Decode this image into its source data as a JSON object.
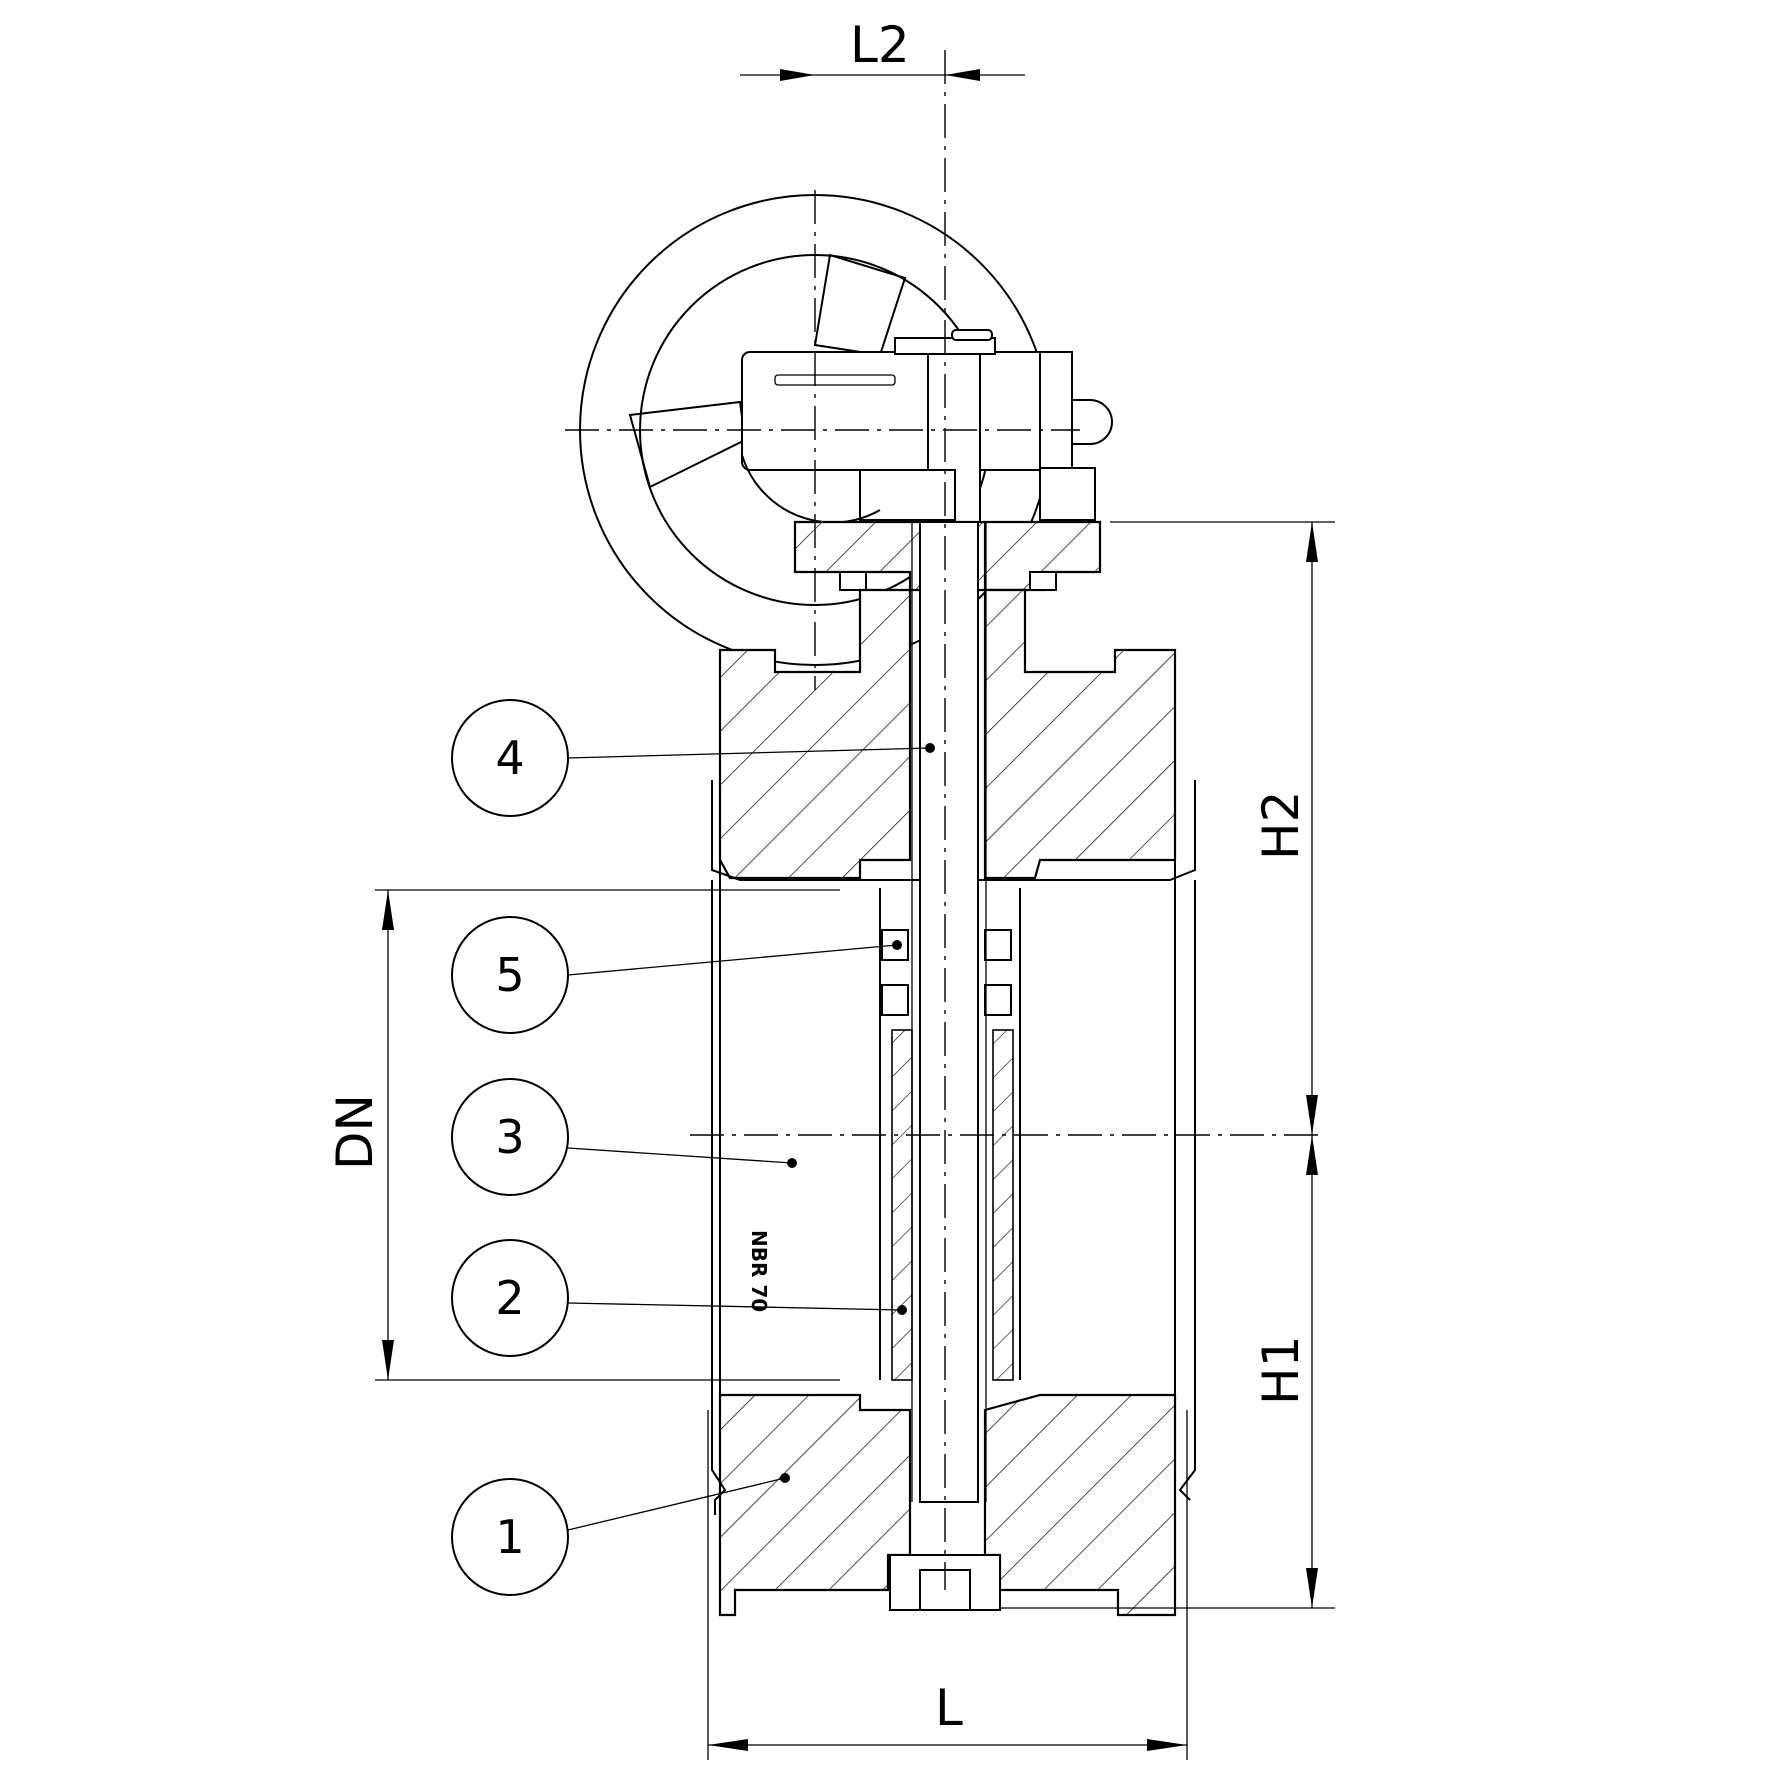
{
  "dimensions": {
    "l2": "L2",
    "l": "L",
    "dn": "DN",
    "h1": "H1",
    "h2": "H2"
  },
  "balloons": [
    {
      "label": "4"
    },
    {
      "label": "5"
    },
    {
      "label": "3"
    },
    {
      "label": "2"
    },
    {
      "label": "1"
    }
  ],
  "material_mark": "NBR 70"
}
